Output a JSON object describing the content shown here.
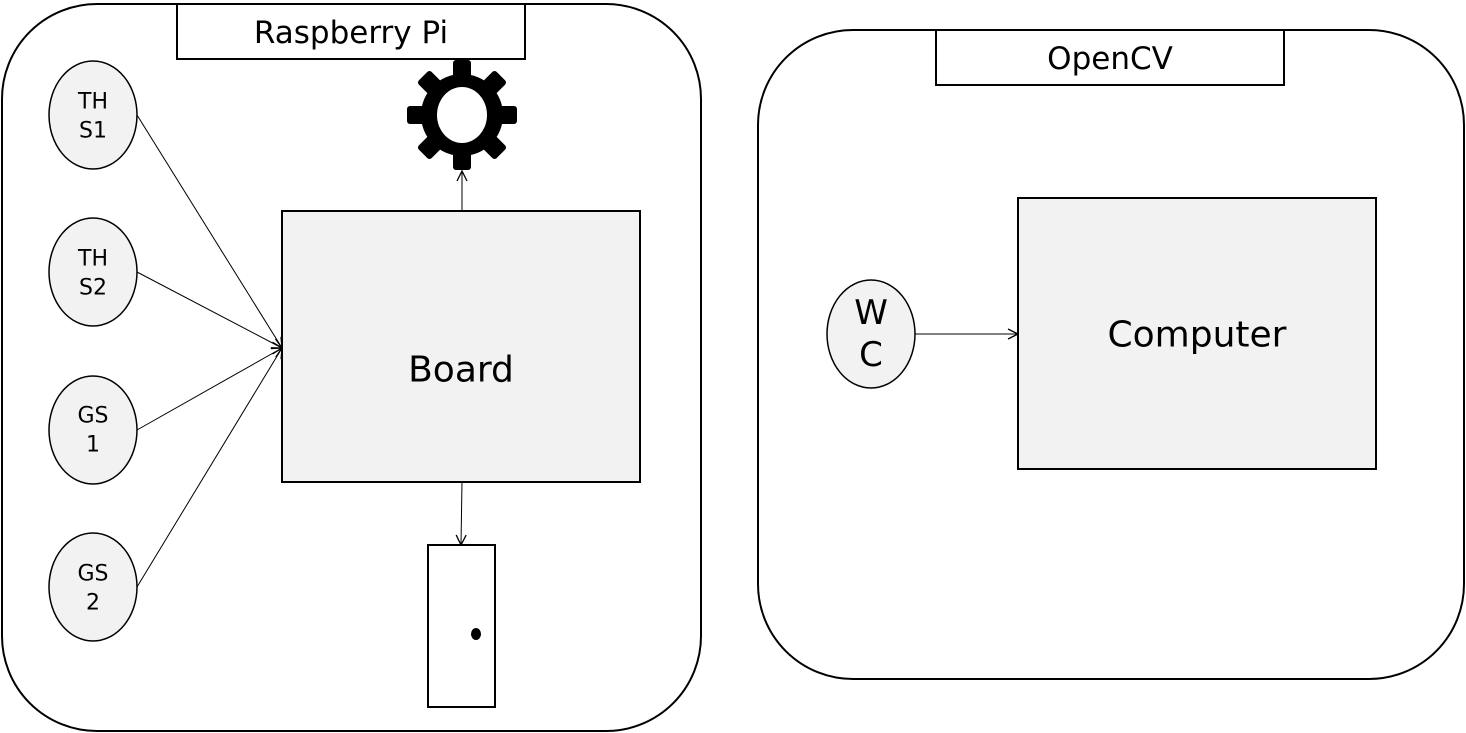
{
  "colors": {
    "stroke": "#000000",
    "panel_fill": "#ffffff",
    "node_fill": "#f2f2f2",
    "gear_fill": "#000000"
  },
  "panels": {
    "raspberry": {
      "title": "Raspberry Pi"
    },
    "opencv": {
      "title": "OpenCV"
    }
  },
  "sensors": [
    {
      "line1": "TH",
      "line2": "S1"
    },
    {
      "line1": "TH",
      "line2": "S2"
    },
    {
      "line1": "GS",
      "line2": "1"
    },
    {
      "line1": "GS",
      "line2": "2"
    }
  ],
  "board": {
    "label": "Board"
  },
  "webcam": {
    "line1": "W",
    "line2": "C"
  },
  "computer": {
    "label": "Computer"
  },
  "icons": {
    "motor": "gear-icon",
    "door": "door-icon"
  }
}
